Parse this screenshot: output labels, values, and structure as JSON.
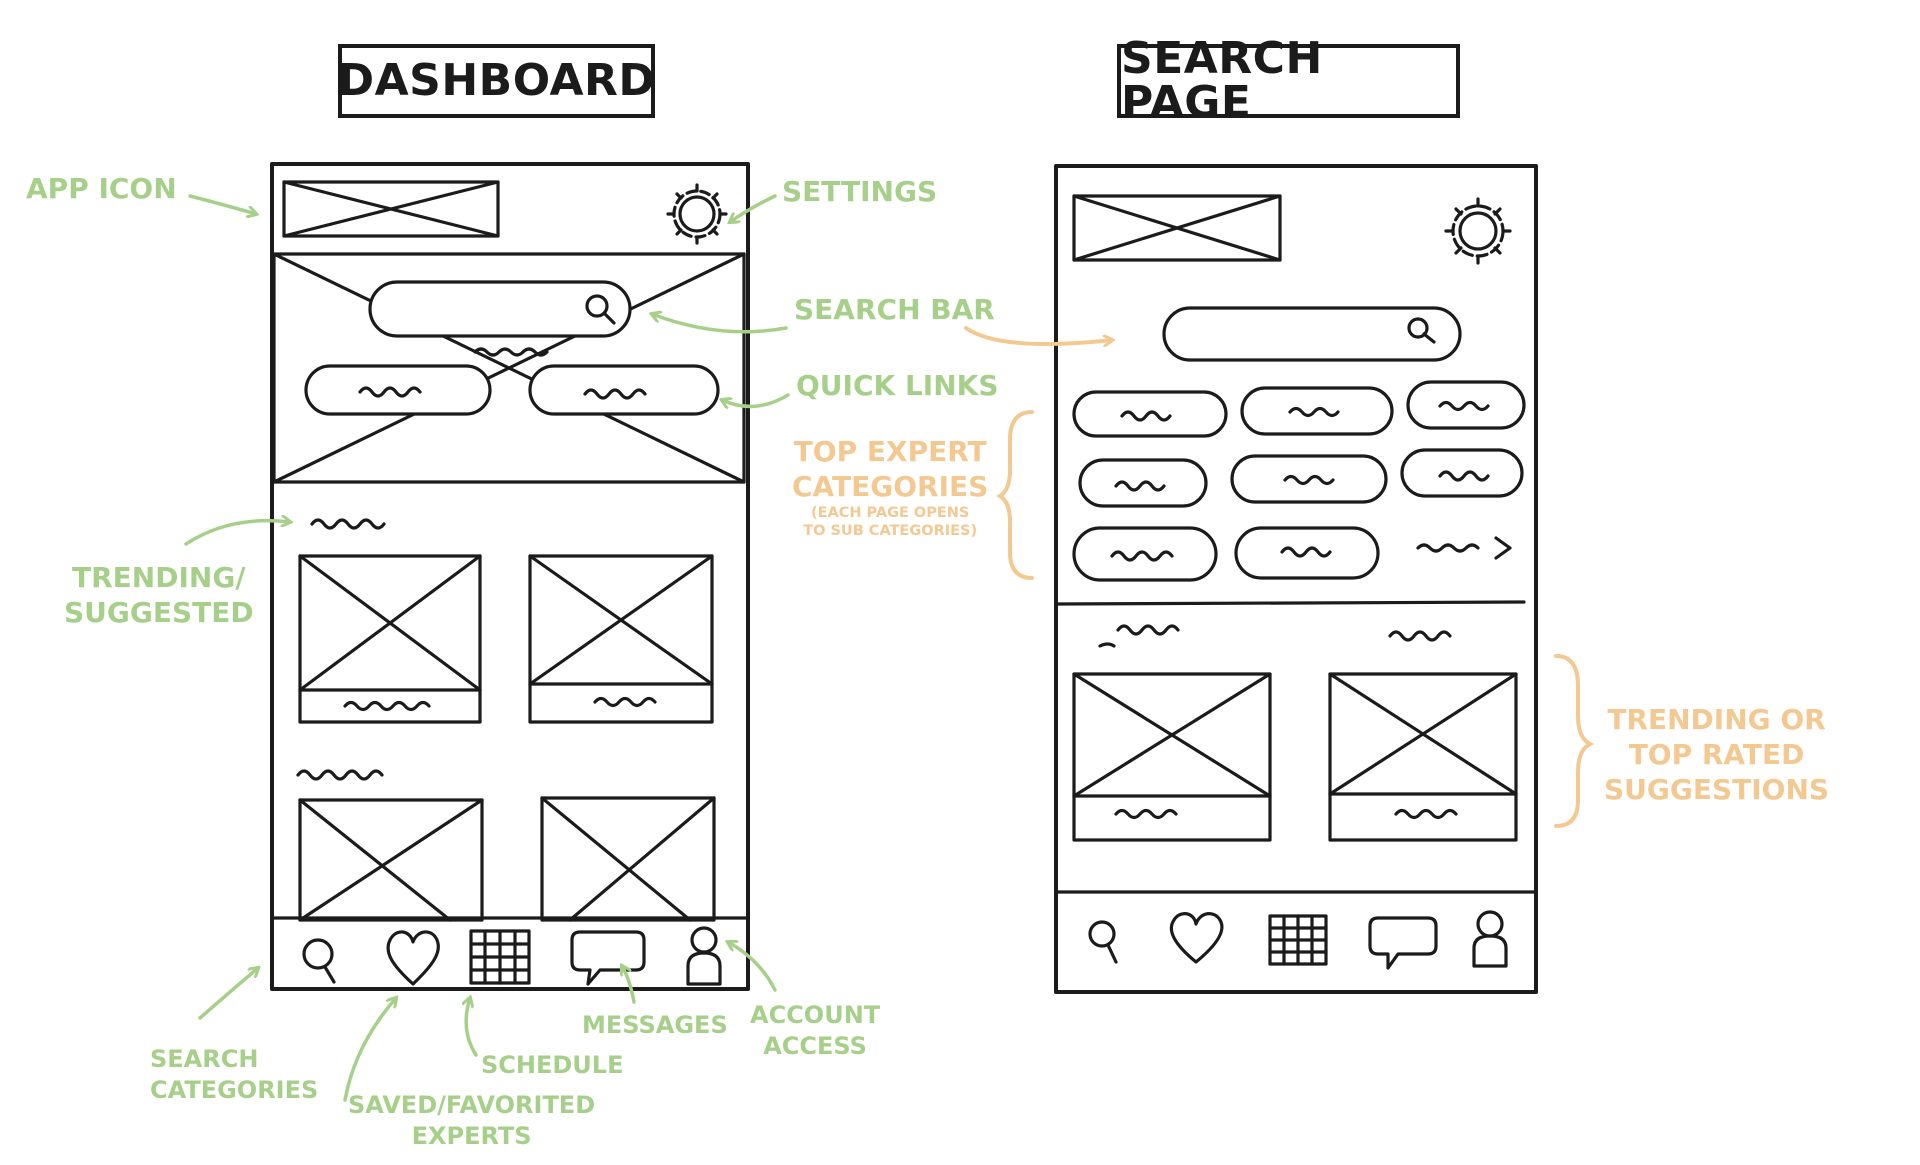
{
  "titles": {
    "dashboard": "DASHBOARD",
    "search_page": "SEARCH PAGE"
  },
  "annotations": {
    "app_icon": "APP ICON",
    "settings": "SETTINGS",
    "search_bar": "SEARCH BAR",
    "quick_links": "QUICK LINKS",
    "top_expert_categories": [
      "TOP EXPERT",
      "CATEGORIES"
    ],
    "top_expert_note": [
      "(EACH PAGE OPENS",
      "TO SUB CATEGORIES)"
    ],
    "trending_suggested": [
      "TRENDING/",
      "SUGGESTED"
    ],
    "search_categories": [
      "SEARCH",
      "CATEGORIES"
    ],
    "saved_favorited": [
      "SAVED/FAVORITED",
      "EXPERTS"
    ],
    "schedule": "SCHEDULE",
    "messages": "MESSAGES",
    "account_access": [
      "ACCOUNT",
      "ACCESS"
    ],
    "trending_top_rated": [
      "TRENDING OR",
      "TOP RATED",
      "SUGGESTIONS"
    ]
  },
  "colors": {
    "ink": "#1b1b1b",
    "green_annotation": "#a6d08a",
    "orange_annotation": "#f3c891"
  },
  "icons": {
    "dashboard_nav": [
      "search-icon",
      "heart-icon",
      "calendar-icon",
      "chat-icon",
      "person-icon"
    ],
    "search_nav": [
      "search-icon",
      "heart-icon",
      "calendar-icon",
      "chat-icon",
      "person-icon"
    ],
    "settings": "gear-icon"
  }
}
